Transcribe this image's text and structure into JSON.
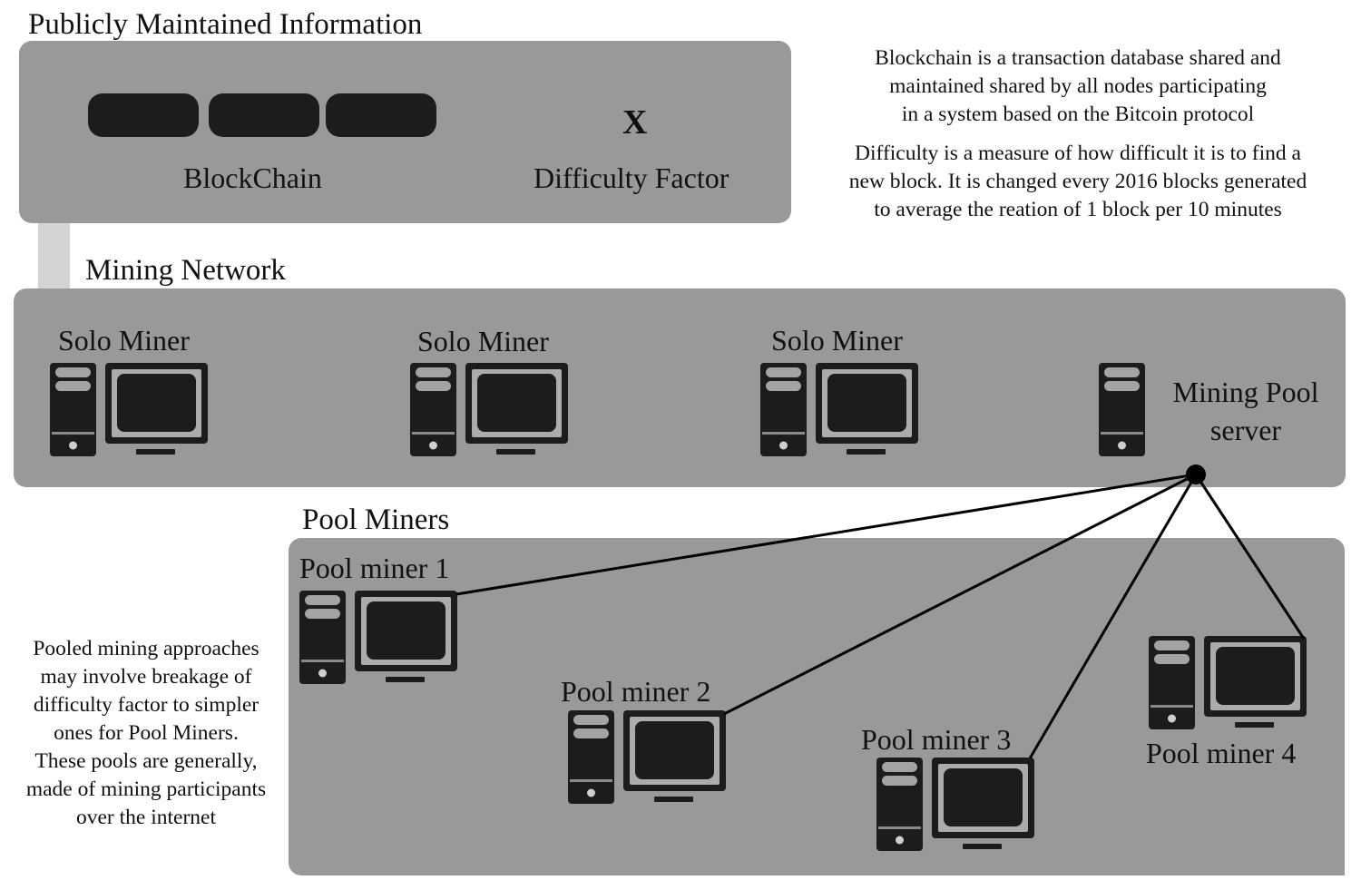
{
  "public_info": {
    "title": "Publicly Maintained Information",
    "blockchain_label": "BlockChain",
    "difficulty_symbol": "X",
    "difficulty_label": "Difficulty Factor"
  },
  "descriptions": {
    "blockchain": [
      "Blockchain is a transaction database shared and",
      "maintained shared by all nodes participating",
      "in a system based on  the Bitcoin protocol"
    ],
    "difficulty": [
      "Difficulty is a measure of how difficult it is to find a",
      "new block. It is changed every 2016 blocks generated",
      "to average the reation of 1 block per 10 minutes"
    ],
    "pooled": [
      "Pooled mining approaches",
      "may involve breakage of",
      "difficulty factor to simpler",
      "ones for Pool Miners.",
      "These pools are generally,",
      "made of mining participants",
      "over the internet"
    ]
  },
  "mining_network": {
    "title": "Mining Network",
    "solo_miners": [
      "Solo Miner",
      "Solo Miner",
      "Solo Miner"
    ],
    "pool_server": [
      "Mining Pool",
      "server"
    ]
  },
  "pool_miners": {
    "title": "Pool Miners",
    "miners": [
      "Pool miner 1",
      "Pool miner 2",
      "Pool miner 3",
      "Pool miner 4"
    ]
  },
  "colors": {
    "panel": "#999999",
    "dark": "#1c1c1c",
    "connector": "#d4d4d4",
    "line": "#000000"
  },
  "icons": {
    "computer": "desktop-computer-icon",
    "server": "server-tower-icon",
    "hub": "connection-node"
  }
}
